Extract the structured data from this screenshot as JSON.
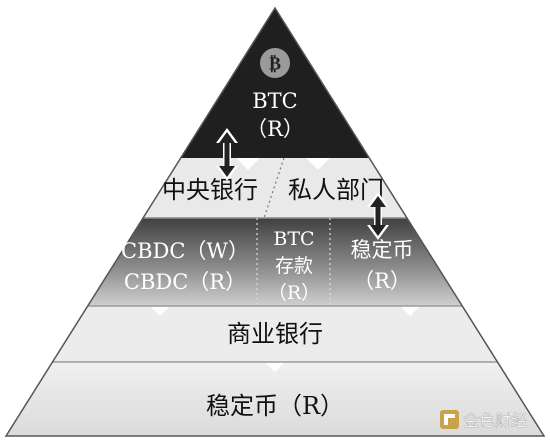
{
  "apex": {
    "icon": "bitcoin-icon",
    "line1": "BTC",
    "line2": "（R）"
  },
  "tier1": {
    "left": "中央银行",
    "right": "私人部门"
  },
  "tier2": {
    "left_line1": "CBDC（W）",
    "left_line2": "CBDC（R）",
    "mid_line1": "BTC",
    "mid_line2": "存款",
    "mid_line3": "（R）",
    "right_line1": "稳定币",
    "right_line2": "（R）"
  },
  "tier3": {
    "label": "商业银行"
  },
  "tier4": {
    "label": "稳定币（R）"
  },
  "watermark": {
    "text": "金色财经",
    "icon": "jinse-logo-icon"
  },
  "colors": {
    "apex": "#1f1f1f",
    "tier1": "#e9e9e9",
    "tier2_dark": "#4a4a4a",
    "tier2_light": "#c2c2c2",
    "tier3": "#ededed",
    "tier4": "#e2e2e2",
    "border": "#666666",
    "text_dark": "#111111",
    "text_light": "#ffffff"
  }
}
